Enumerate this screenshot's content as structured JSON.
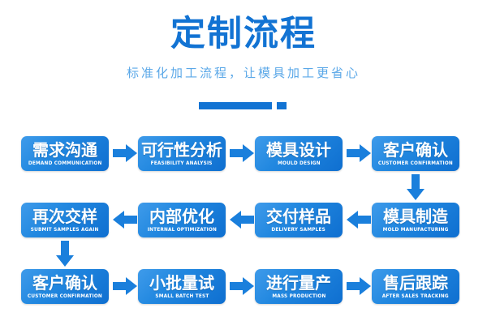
{
  "header": {
    "title": "定制流程",
    "subtitle": "标准化加工流程，让模具加工更省心",
    "divider_icon": "divider-bar-and-dot"
  },
  "theme": {
    "title_color": "#1273d3",
    "subtitle_color": "#5ba8e8",
    "box_gradient_from": "#3f9bea",
    "box_gradient_to": "#0f6fd0",
    "arrow_color": "#1a7fdc",
    "background": "#ffffff",
    "box_text_color": "#ffffff"
  },
  "flow": {
    "rows": [
      {
        "direction": "right",
        "nodes": [
          {
            "cn": "需求沟通",
            "en": "DEMAND COMMUNICATION"
          },
          {
            "cn": "可行性分析",
            "en": "FEASIBILITY ANALYSIS"
          },
          {
            "cn": "模具设计",
            "en": "MOULD DESIGN"
          },
          {
            "cn": "客户确认",
            "en": "CUSTOMER CONFIRMATION"
          }
        ]
      },
      {
        "direction": "left",
        "nodes": [
          {
            "cn": "再次交样",
            "en": "SUBMIT SAMPLES AGAIN"
          },
          {
            "cn": "内部优化",
            "en": "INTERNAL OPTIMIZATION"
          },
          {
            "cn": "交付样品",
            "en": "DELIVERY SAMPLES"
          },
          {
            "cn": "模具制造",
            "en": "MOLD MANUFACTURING"
          }
        ]
      },
      {
        "direction": "right",
        "nodes": [
          {
            "cn": "客户确认",
            "en": "CUSTOMER CONFIRMATION"
          },
          {
            "cn": "小批量试",
            "en": "SMALL BATCH TEST"
          },
          {
            "cn": "进行量产",
            "en": "MASS PRODUCTION"
          },
          {
            "cn": "售后跟踪",
            "en": "AFTER SALES TRACKING"
          }
        ]
      }
    ],
    "connectors": [
      {
        "icon": "arrow-right-icon"
      },
      {
        "icon": "arrow-down-icon"
      },
      {
        "icon": "arrow-left-icon"
      }
    ]
  }
}
